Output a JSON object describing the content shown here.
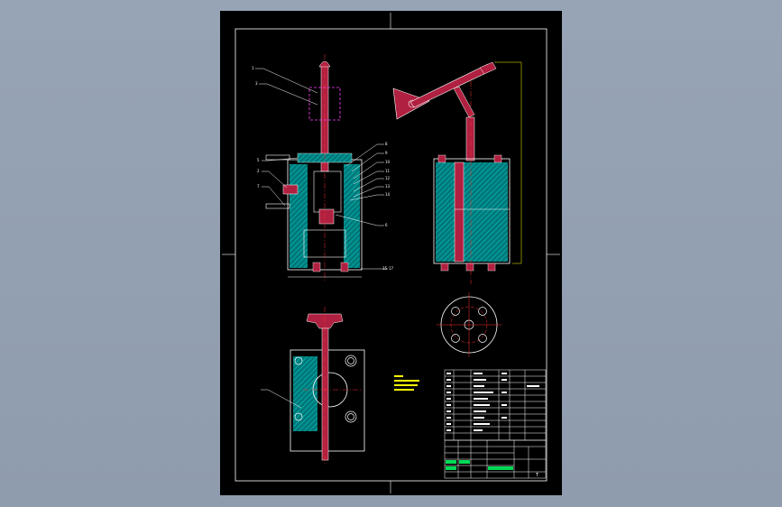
{
  "viewport": {
    "background": "#95a3b5"
  },
  "drawing": {
    "sheet_color": "#000000",
    "frame_color": "#ffffff",
    "colors": {
      "part_outline": "#ffffff",
      "hatch": "#00a0a0",
      "handle_fill": "#b02040",
      "leader": "#ffffff",
      "center_line": "#ff3030",
      "dimension": "#ffff00",
      "title_block": "#ffffff",
      "title_text": "#ffffff"
    },
    "callouts": {
      "front_left": [
        "1",
        "3",
        "5",
        "2",
        "7"
      ],
      "front_right": [
        "8",
        "9",
        "10",
        "11",
        "12",
        "13",
        "14",
        "6"
      ],
      "bottom_marks": [
        "15",
        "17"
      ]
    },
    "title_block": {
      "sheet_mark": "T"
    }
  }
}
